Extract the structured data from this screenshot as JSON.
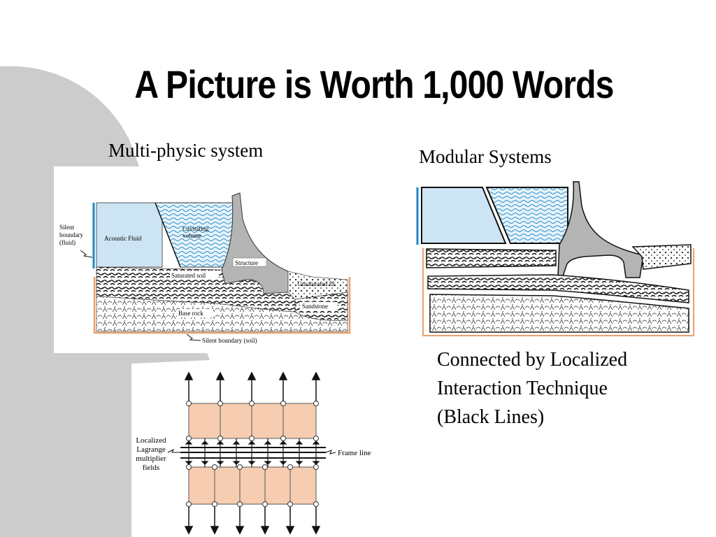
{
  "slide": {
    "title": "A Picture is Worth 1,000 Words",
    "left_caption": "Multi-physic system",
    "right_caption": "Modular Systems",
    "description_lines": [
      "Connected by Localized",
      "Interaction Technique",
      "(Black Lines)"
    ]
  },
  "multiphysic_diagram": {
    "labels": {
      "silent_boundary_fluid_1": "Silent",
      "silent_boundary_fluid_2": "boundary",
      "silent_boundary_fluid_3": "(fluid)",
      "acoustic_fluid": "Acoustic Fluid",
      "cavitating_1": "Cavitating",
      "cavitating_2": "volume",
      "structure": "Structure",
      "saturated_soil": "Saturated soil",
      "unsaturated_fill": "Unsaturated fil",
      "sandstone": "Sandstone",
      "base_rock": "Base rock",
      "silent_boundary_soil": "Silent boundary (soil)"
    }
  },
  "lagrange_diagram": {
    "labels": {
      "localized_1": "Localized",
      "localized_2": "Lagrange",
      "localized_3": "multiplier",
      "localized_4": "fields",
      "frame_line": "Frame line"
    }
  },
  "colors": {
    "background_shape": "#cccccc",
    "fluid": "#cde4f4",
    "cavitation": "#5aa8d6",
    "structure": "#b4b4b4",
    "boundary_blue": "#1e88c8",
    "boundary_orange": "#e8a070",
    "element_fill": "#f6cdb1"
  }
}
